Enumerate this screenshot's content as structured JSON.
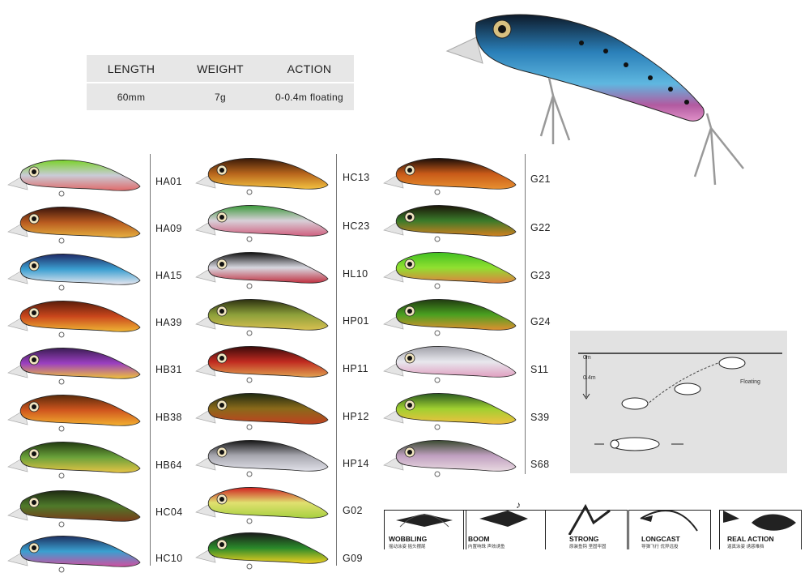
{
  "specs": {
    "headers": [
      "LENGTH",
      "WEIGHT",
      "ACTION"
    ],
    "values": [
      "60mm",
      "7g",
      "0-0.4m floating"
    ]
  },
  "columns": [
    [
      "HA01",
      "HA09",
      "HA15",
      "HA39",
      "HB31",
      "HB38",
      "HB64",
      "HC04",
      "HC10"
    ],
    [
      "HC13",
      "HC23",
      "HL10",
      "HP01",
      "HP11",
      "HP12",
      "HP14",
      "G02",
      "G09"
    ],
    [
      "G21",
      "G22",
      "G23",
      "G24",
      "S11",
      "S39",
      "S68"
    ]
  ],
  "lure_colors": {
    "HA01": [
      "#7ad22a",
      "#c9ccd6",
      "#e06a6a"
    ],
    "HA09": [
      "#3a140c",
      "#b85a1f",
      "#e7b040"
    ],
    "HA15": [
      "#1e2a66",
      "#3b9fd1",
      "#e7e7ef"
    ],
    "HA39": [
      "#5a1d0a",
      "#c9461c",
      "#f0b534"
    ],
    "HB31": [
      "#3b1d54",
      "#9a3fc0",
      "#f0c23a"
    ],
    "HB38": [
      "#5a2a0a",
      "#d0561e",
      "#f3b030"
    ],
    "HB64": [
      "#213a10",
      "#6aa13a",
      "#e6c445"
    ],
    "HC04": [
      "#1f2a12",
      "#4e7a2a",
      "#7a3a1a"
    ],
    "HC10": [
      "#1d3060",
      "#3aa0d0",
      "#d04fa0"
    ],
    "HC13": [
      "#3a1a08",
      "#b8651c",
      "#f2c040"
    ],
    "HC23": [
      "#3a9a3a",
      "#d8d0d8",
      "#d06080"
    ],
    "HL10": [
      "#101010",
      "#d8d8e0",
      "#c03040"
    ],
    "HP01": [
      "#2c3010",
      "#8ca03a",
      "#d8c050"
    ],
    "HP11": [
      "#3a0a0a",
      "#c02a20",
      "#e0a050"
    ],
    "HP12": [
      "#1e2a10",
      "#8a6a1a",
      "#c04020"
    ],
    "HP14": [
      "#151515",
      "#a8a8b0",
      "#e0e0e8"
    ],
    "G02": [
      "#d02020",
      "#e0e070",
      "#a8d040"
    ],
    "G09": [
      "#1a1a1a",
      "#2a8a2a",
      "#f0d020"
    ],
    "G21": [
      "#1a0e08",
      "#c85a18",
      "#e89030"
    ],
    "G22": [
      "#1a1408",
      "#3a7a2a",
      "#d08020"
    ],
    "G23": [
      "#40c020",
      "#90e030",
      "#e08040"
    ],
    "G24": [
      "#203a10",
      "#4aa020",
      "#e09030"
    ],
    "S11": [
      "#a0a0a8",
      "#e8e8ee",
      "#e0a0c0"
    ],
    "S39": [
      "#2a5a20",
      "#a0d030",
      "#f0c040"
    ],
    "S68": [
      "#3a4a30",
      "#c0a0c0",
      "#e8d8e0"
    ]
  },
  "action_diagram": {
    "depth_top": "0m",
    "depth_bottom": "0.4m",
    "label": "Floating"
  },
  "features": [
    {
      "label": "WOBBLING",
      "sub": "摇动泳姿 摇头摆尾"
    },
    {
      "label": "BOOM",
      "sub": "内置响珠 声效诱鱼"
    },
    {
      "label": "STRONG",
      "sub": "原装鱼钩 坚固牢固"
    },
    {
      "label": "LONGCAST",
      "sub": "导弹飞行 优异远投"
    },
    {
      "label": "REAL ACTION",
      "sub": "逼真泳姿 诱惑难挡"
    }
  ]
}
